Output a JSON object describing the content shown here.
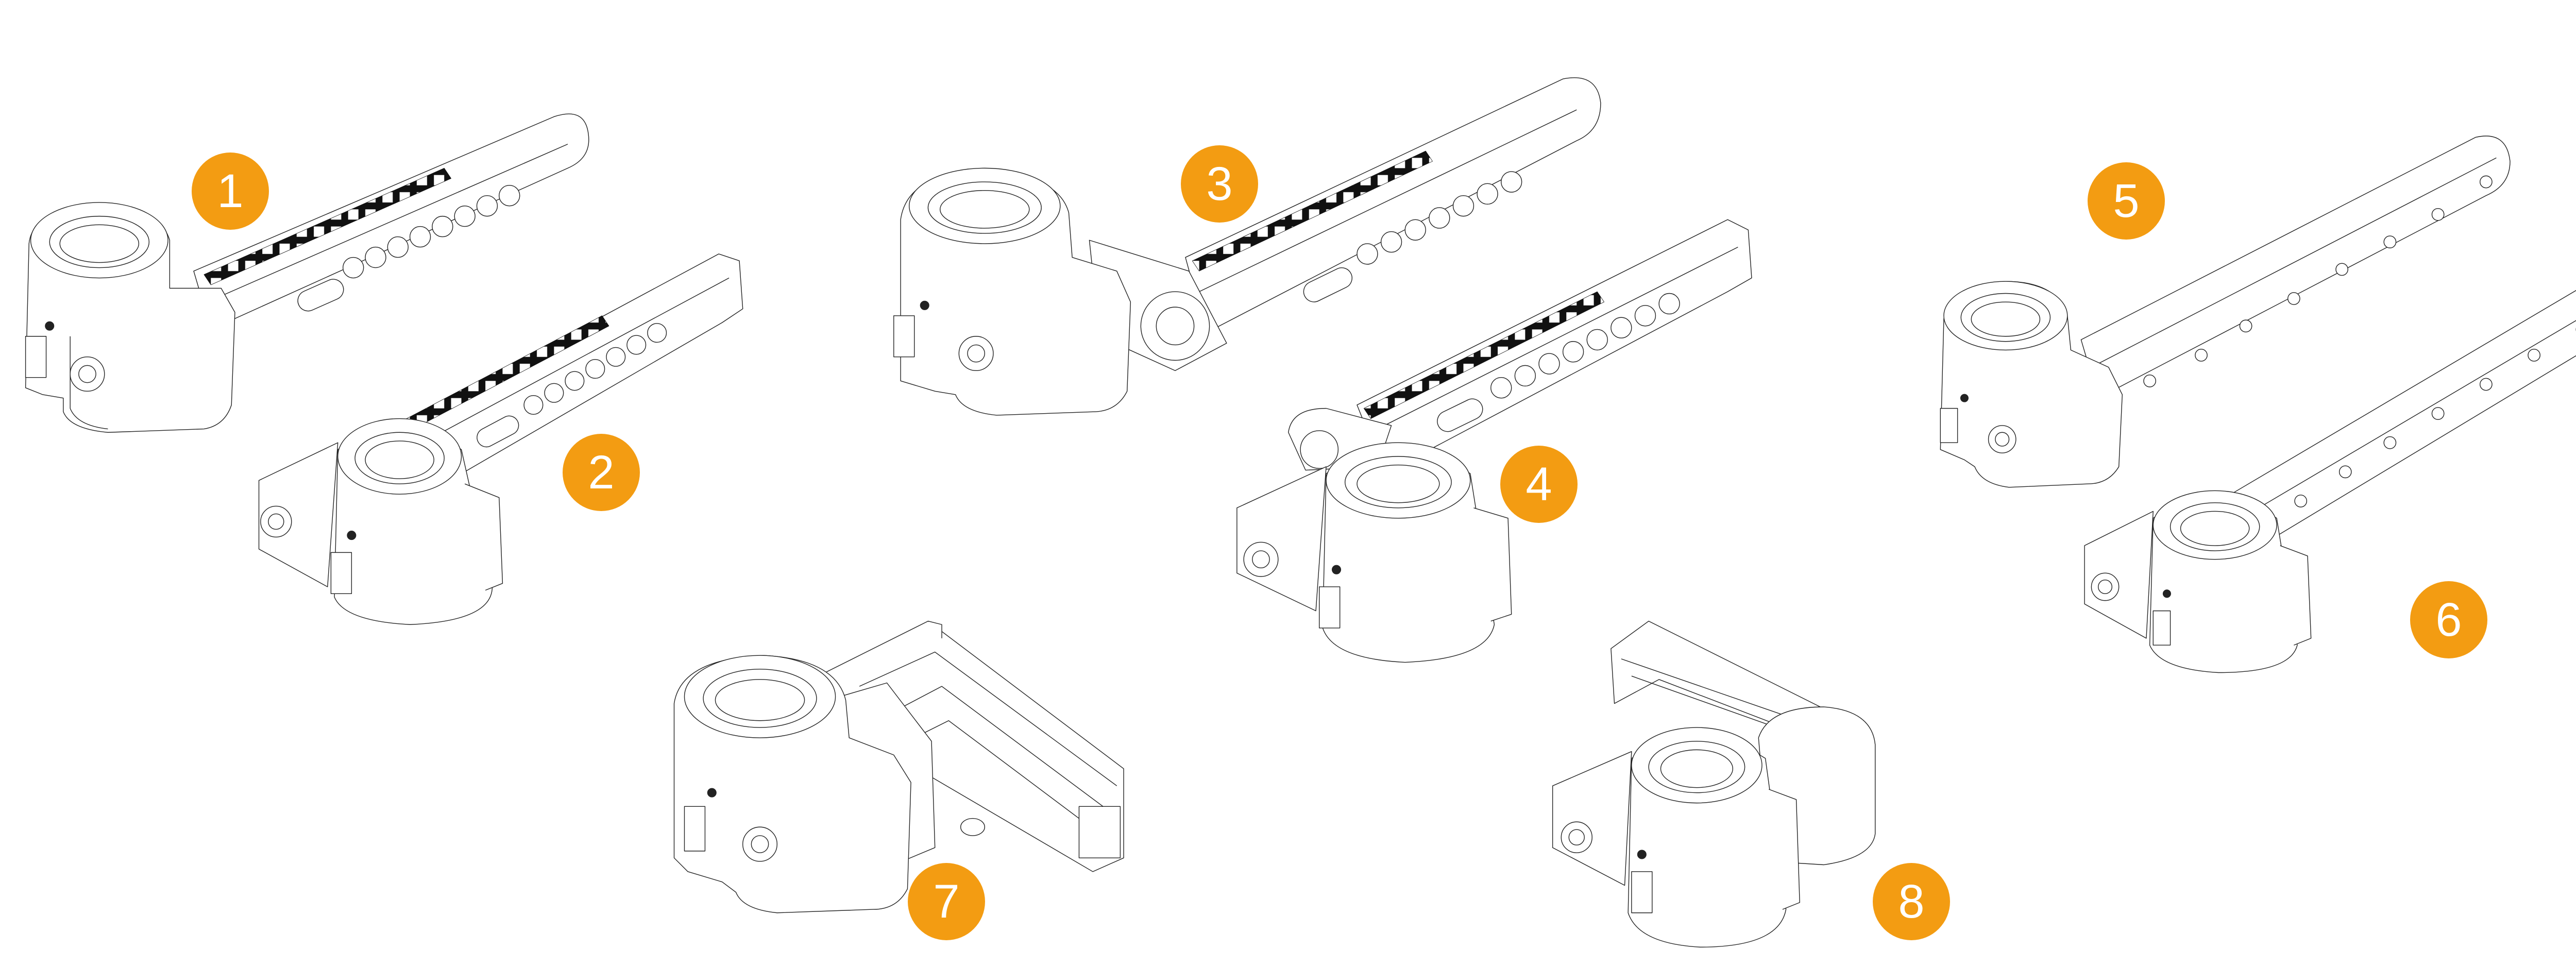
{
  "colors": {
    "callout_fill": "#F39C12",
    "callout_text": "#FFFFFF",
    "line_art": "#222222",
    "background": "#FFFFFF"
  },
  "callouts": [
    {
      "label": "1"
    },
    {
      "label": "2"
    },
    {
      "label": "3"
    },
    {
      "label": "4"
    },
    {
      "label": "5"
    },
    {
      "label": "6"
    },
    {
      "label": "7"
    },
    {
      "label": "8"
    }
  ]
}
